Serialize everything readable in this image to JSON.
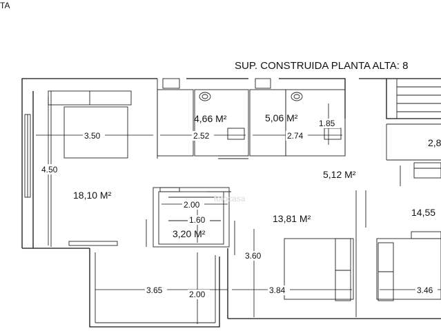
{
  "header": {
    "corner_text": "TA",
    "title": "SUP. CONSTRUIDA PLANTA ALTA: 8"
  },
  "rooms": {
    "bedroom_main": "18,10 M²",
    "bath_1": "4,66 M²",
    "bath_2": "5,06 M²",
    "hall": "5,12 M²",
    "closet": "3,20 M²",
    "bedroom_2": "13,81 M²",
    "bedroom_3": "14,55",
    "stair_partial": "2,8"
  },
  "dimensions": {
    "bed_width": "3.50",
    "bed_height": "4.50",
    "bath1_width": "2.52",
    "bath2_width": "2.74",
    "bath2_depth": "1.85",
    "closet_width": "2.00",
    "closet_depth": "1.60",
    "bedroom2_height": "3.60",
    "terrace_width": "3.65",
    "terrace_depth": "2.00",
    "bedroom2_width": "3.84",
    "bedroom3_width": "3.46"
  },
  "watermark": "fotocasa"
}
